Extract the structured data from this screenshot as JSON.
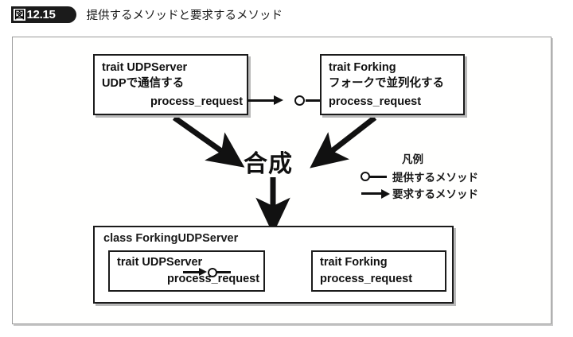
{
  "caption": {
    "badge_kanji": "図",
    "badge_number": "12.15",
    "text": "提供するメソッドと要求するメソッド"
  },
  "diagram": {
    "top_left_box": {
      "line1": "trait UDPServer",
      "line2": "UDPで通信する",
      "line3": "process_request"
    },
    "top_right_box": {
      "line1": "trait Forking",
      "line2": "フォークで並列化する",
      "line3": "process_request"
    },
    "compose_label": "合成",
    "bottom_box": {
      "title": "class ForkingUDPServer",
      "inner_left": {
        "line1": "trait UDPServer",
        "line2": "process_request"
      },
      "inner_right": {
        "line1": "trait Forking",
        "line2": "process_request"
      }
    }
  },
  "legend": {
    "title": "凡例",
    "provided_label": "提供するメソッド",
    "required_label": "要求するメソッド"
  },
  "colors": {
    "ink": "#111111",
    "frame_border": "#9a9a9a",
    "shadow": "#b9b9b9",
    "badge_bg": "#1b1b1b"
  }
}
